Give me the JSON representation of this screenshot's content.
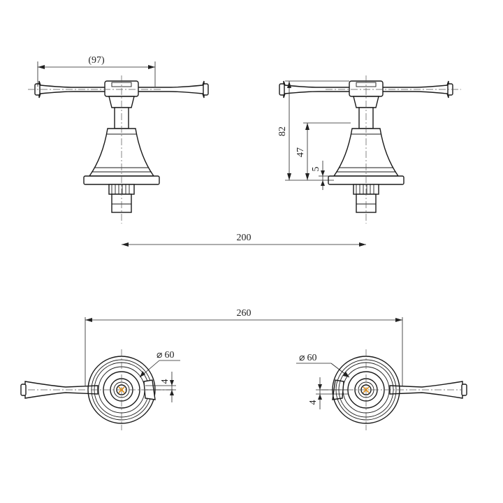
{
  "dimensions": {
    "handle_span": "(97)",
    "height_total": "82",
    "height_mid": "47",
    "height_flange": "5",
    "centers_side": "200",
    "centers_top": "260",
    "diameter_left": "60",
    "diameter_right": "60",
    "offset_left": "4",
    "offset_right": "4"
  },
  "symbols": {
    "diameter": "⌀"
  },
  "colors": {
    "line": "#1a1a1a",
    "center_mark": "#e0901a"
  }
}
